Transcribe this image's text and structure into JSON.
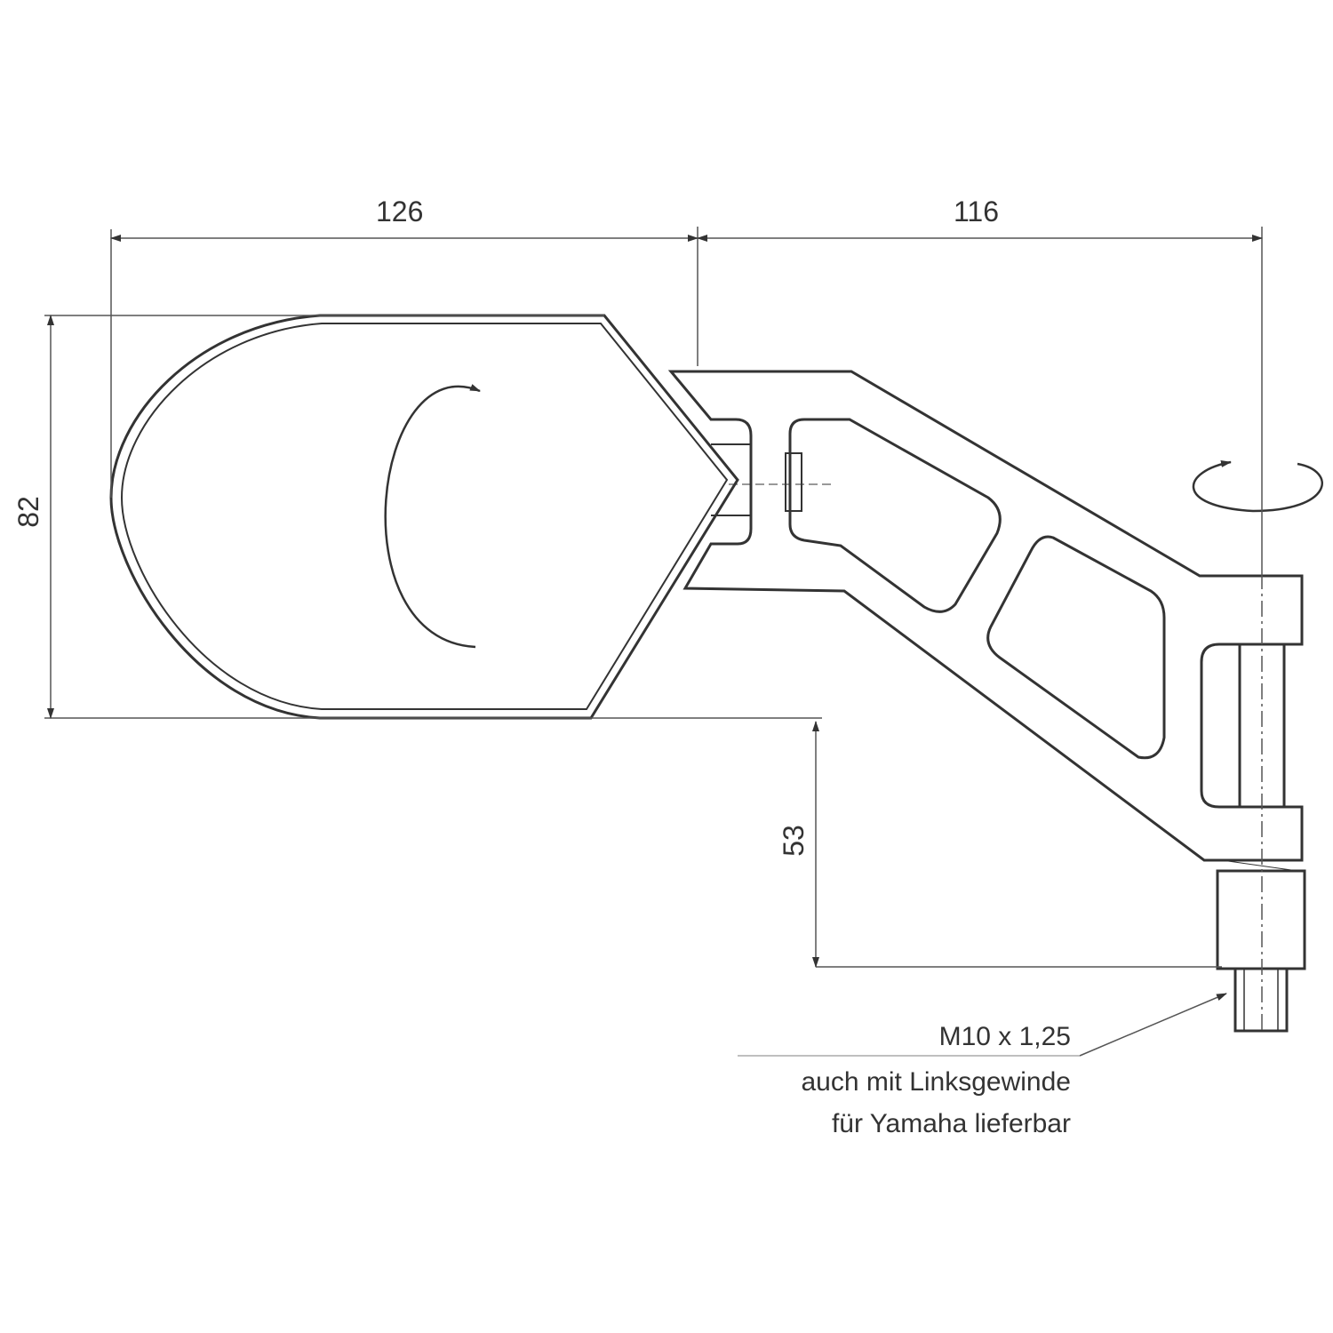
{
  "drawing": {
    "dimensions": {
      "mirror_width": "126",
      "arm_reach": "116",
      "mirror_height": "82",
      "mount_height": "53"
    },
    "thread_note": {
      "thread": "M10 x 1,25",
      "line2": "auch mit Linksgewinde",
      "line3": "für Yamaha lieferbar"
    },
    "colors": {
      "line": "#333333",
      "background": "#ffffff"
    }
  }
}
